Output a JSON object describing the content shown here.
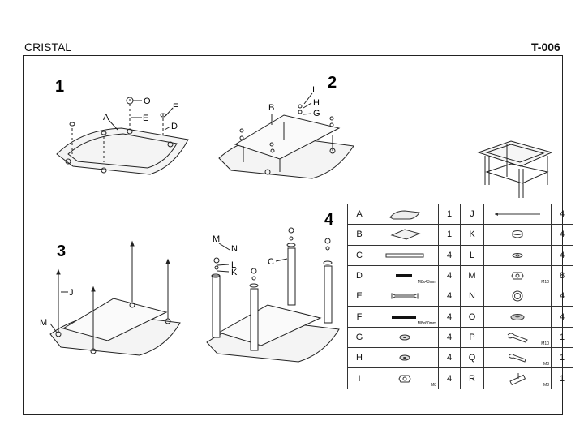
{
  "header": {
    "name": "CRISTAL",
    "code": "T-006"
  },
  "steps": [
    "1",
    "2",
    "3",
    "4"
  ],
  "callouts": {
    "s1": [
      "A",
      "E",
      "O",
      "F",
      "D"
    ],
    "s2": [
      "B",
      "I",
      "H",
      "G"
    ],
    "s3": [
      "J",
      "M"
    ],
    "s4": [
      "M",
      "N",
      "L",
      "K",
      "C"
    ]
  },
  "parts": [
    {
      "code": "A",
      "qty": "1",
      "icon": "glass-top-icon",
      "spec": ""
    },
    {
      "code": "B",
      "qty": "1",
      "icon": "glass-shelf-icon",
      "spec": ""
    },
    {
      "code": "C",
      "qty": "4",
      "icon": "leg-tube-icon",
      "spec": ""
    },
    {
      "code": "D",
      "qty": "4",
      "icon": "short-bolt-icon",
      "spec": "M8x43mm"
    },
    {
      "code": "E",
      "qty": "4",
      "icon": "spacer-icon",
      "spec": ""
    },
    {
      "code": "F",
      "qty": "4",
      "icon": "long-bolt-icon",
      "spec": "M8x60mm"
    },
    {
      "code": "G",
      "qty": "4",
      "icon": "washer-icon",
      "spec": ""
    },
    {
      "code": "H",
      "qty": "4",
      "icon": "washer-icon",
      "spec": ""
    },
    {
      "code": "I",
      "qty": "4",
      "icon": "nut-icon",
      "spec": "M8"
    },
    {
      "code": "J",
      "qty": "4",
      "icon": "rod-icon",
      "spec": ""
    },
    {
      "code": "K",
      "qty": "4",
      "icon": "foot-cap-icon",
      "spec": ""
    },
    {
      "code": "L",
      "qty": "4",
      "icon": "flat-washer-icon",
      "spec": ""
    },
    {
      "code": "M",
      "qty": "8",
      "icon": "nut-icon",
      "spec": "M10"
    },
    {
      "code": "N",
      "qty": "4",
      "icon": "ring-washer-icon",
      "spec": ""
    },
    {
      "code": "O",
      "qty": "4",
      "icon": "rubber-pad-icon",
      "spec": ""
    },
    {
      "code": "P",
      "qty": "1",
      "icon": "wrench-icon",
      "spec": "M10"
    },
    {
      "code": "Q",
      "qty": "1",
      "icon": "small-wrench-icon",
      "spec": "M8"
    },
    {
      "code": "R",
      "qty": "1",
      "icon": "socket-wrench-icon",
      "spec": "M8"
    }
  ]
}
